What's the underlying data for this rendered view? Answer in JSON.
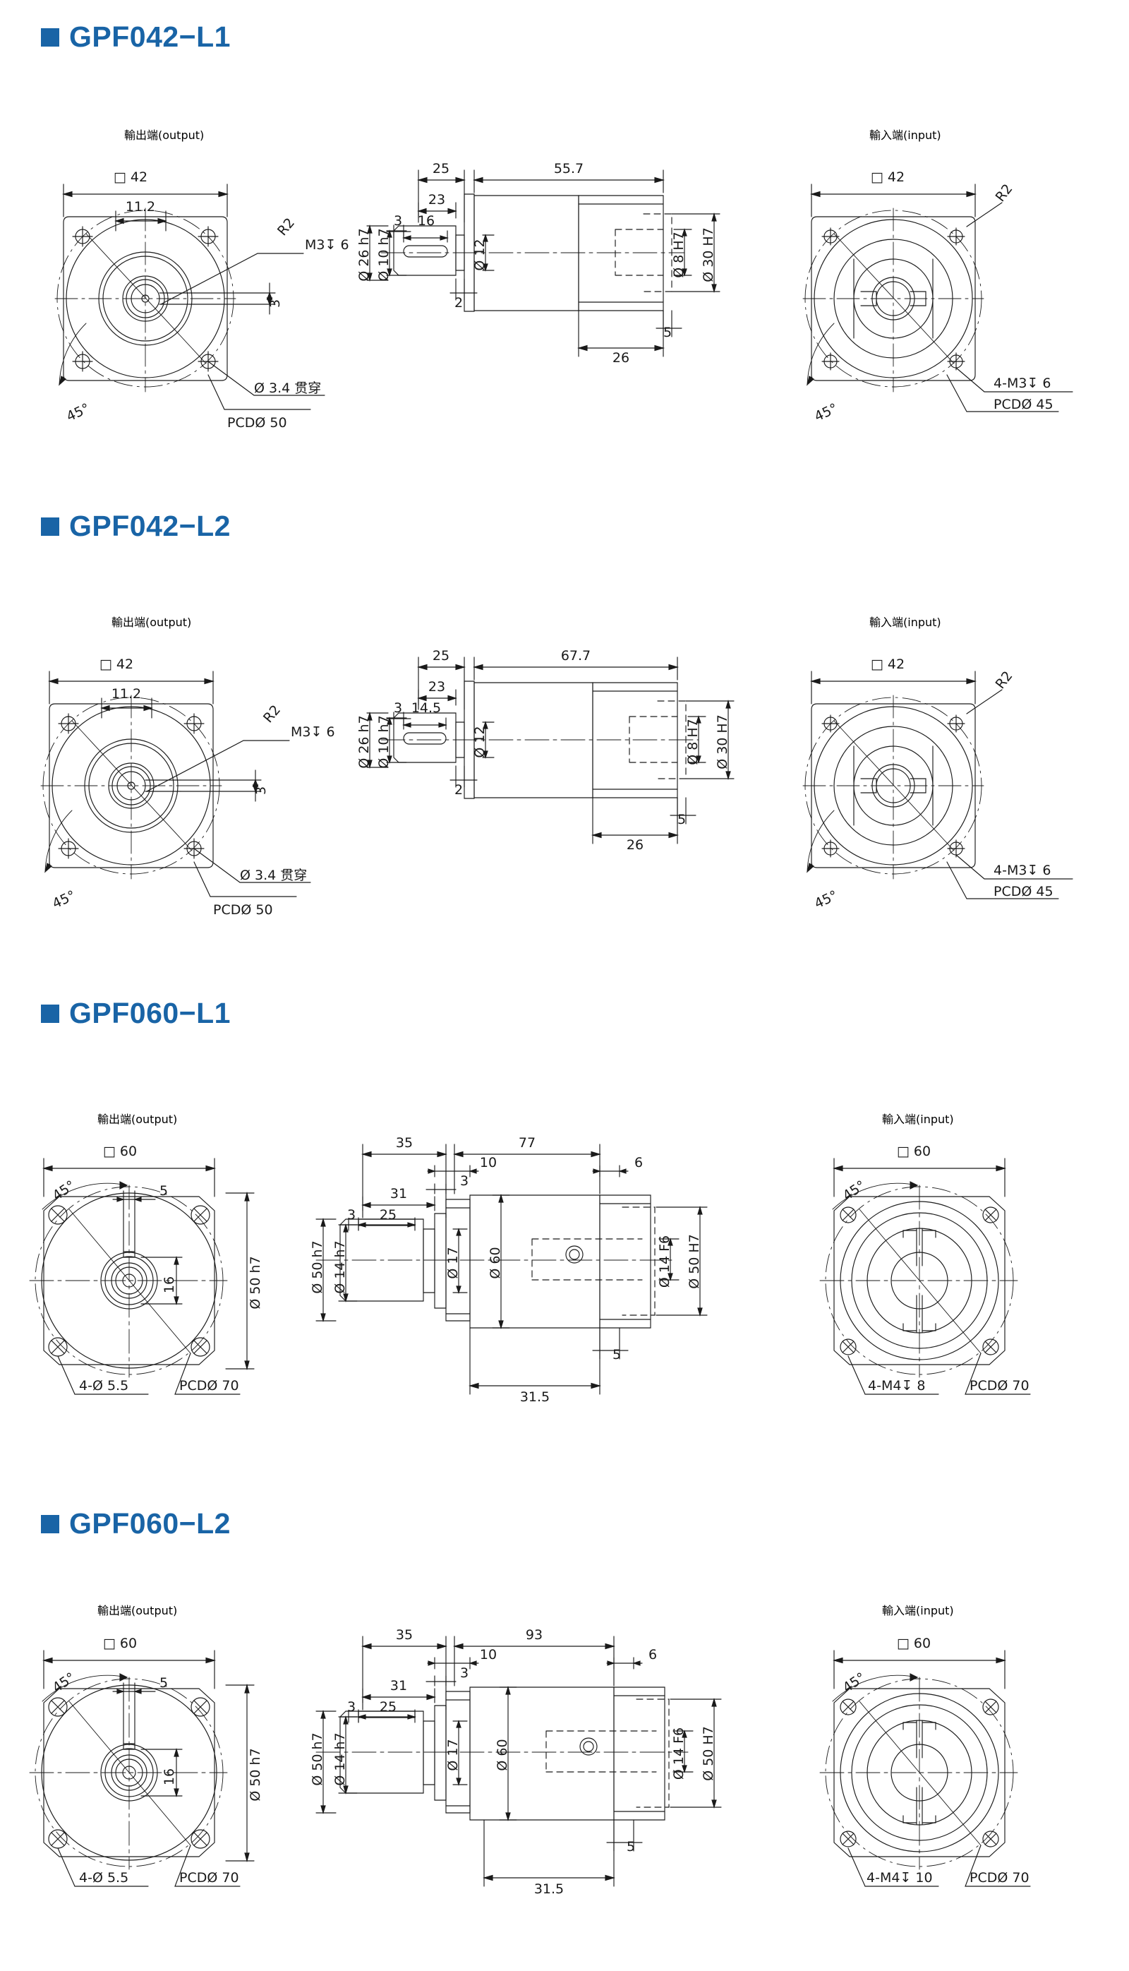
{
  "page": {
    "accent_color": "#1964a6",
    "line_color": "#1a1a1a",
    "background": "#ffffff"
  },
  "labels": {
    "output": "輸出端(output)",
    "input": "輸入端(input)"
  },
  "sections": [
    {
      "id": "gpf042-l1",
      "title": "GPF042−L1",
      "output_view": {
        "square": "□ 42",
        "dims": [
          "11.2",
          "3"
        ],
        "corner_radius": "R2",
        "tap": "M3↧ 6",
        "hole": "Ø 3.4 贯穿",
        "pcd": "PCDØ 50",
        "angle": "45°"
      },
      "section_view": {
        "top_dims": [
          "25",
          "55.7"
        ],
        "inner_dims": [
          "23",
          "3",
          "16",
          "2",
          "26",
          "5"
        ],
        "shaft_dia": [
          "Ø 26 h7",
          "Ø 10 h7",
          "Ø 12"
        ],
        "body_dia": [
          "Ø 8 H7",
          "Ø 30 H7"
        ]
      },
      "input_view": {
        "square": "□ 42",
        "corner_radius": "R2",
        "tap": "4-M3↧ 6",
        "pcd": "PCDØ 45",
        "angle": "45°"
      }
    },
    {
      "id": "gpf042-l2",
      "title": "GPF042−L2",
      "output_view": {
        "square": "□ 42",
        "dims": [
          "11.2",
          "3"
        ],
        "corner_radius": "R2",
        "tap": "M3↧ 6",
        "hole": "Ø 3.4 贯穿",
        "pcd": "PCDØ 50",
        "angle": "45°"
      },
      "section_view": {
        "top_dims": [
          "25",
          "67.7"
        ],
        "inner_dims": [
          "23",
          "3",
          "14.5",
          "2",
          "26",
          "5"
        ],
        "shaft_dia": [
          "Ø 26 h7",
          "Ø 10 h7",
          "Ø 12"
        ],
        "body_dia": [
          "Ø 8 H7",
          "Ø 30 H7"
        ]
      },
      "input_view": {
        "square": "□ 42",
        "corner_radius": "R2",
        "tap": "4-M3↧ 6",
        "pcd": "PCDØ 45",
        "angle": "45°"
      }
    },
    {
      "id": "gpf060-l1",
      "title": "GPF060−L1",
      "output_view": {
        "square": "□ 60",
        "dims": [
          "5",
          "16"
        ],
        "flange_dia": "Ø 50 h7",
        "hole": "4-Ø 5.5",
        "pcd": "PCDØ 70",
        "angle": "45°"
      },
      "section_view": {
        "top_dims": [
          "35",
          "77"
        ],
        "inner_dims": [
          "10",
          "3",
          "31",
          "3",
          "25",
          "6",
          "5",
          "31.5"
        ],
        "shaft_dia": [
          "Ø 50 h7",
          "Ø 14 h7",
          "Ø 17",
          "Ø 60"
        ],
        "body_dia": [
          "Ø 14 F6",
          "Ø 50 H7"
        ]
      },
      "input_view": {
        "square": "□ 60",
        "tap": "4-M4↧ 8",
        "pcd": "PCDØ 70",
        "angle": "45°"
      }
    },
    {
      "id": "gpf060-l2",
      "title": "GPF060−L2",
      "output_view": {
        "square": "□ 60",
        "dims": [
          "5",
          "16"
        ],
        "flange_dia": "Ø 50 h7",
        "hole": "4-Ø 5.5",
        "pcd": "PCDØ 70",
        "angle": "45°"
      },
      "section_view": {
        "top_dims": [
          "35",
          "93"
        ],
        "inner_dims": [
          "10",
          "3",
          "31",
          "3",
          "25",
          "6",
          "5",
          "31.5"
        ],
        "shaft_dia": [
          "Ø 50 h7",
          "Ø 14 h7",
          "Ø 17",
          "Ø 60"
        ],
        "body_dia": [
          "Ø 14 F6",
          "Ø 50 H7"
        ]
      },
      "input_view": {
        "square": "□ 60",
        "tap": "4-M4↧ 10",
        "pcd": "PCDØ 70",
        "angle": "45°"
      }
    }
  ]
}
